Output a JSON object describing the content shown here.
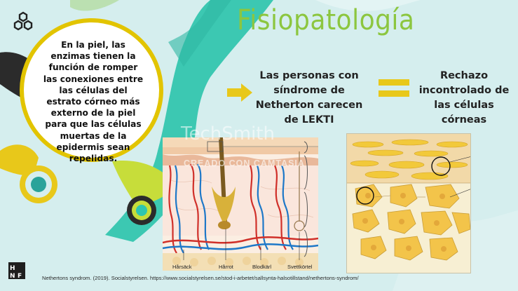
{
  "title": "Fisiopatología",
  "bubble_text": "En la piel, las enzimas tienen la función de romper las conexiones entre las células del estrato córneo más externo de la piel para que las células muertas de la epidermis sean repelidas.",
  "claim_text": "Las personas con síndrome de Netherton carecen de LEKTI",
  "result_text": "Rechazo incontrolado de las células córneas",
  "citation": "Nethertons syndrom. (2019). Socialstyrelsen. https://www.socialstyrelsen.se/stod-i-arbetet/sallsynta-halsotillstand/nethertons-syndrom/",
  "figure_labels": {
    "hair_follicle": "Hårsäck",
    "hair_root": "Hårrot",
    "blood_vessel": "Blodkärl",
    "sweat_gland": "Svettkörtel"
  },
  "watermark": {
    "brand": "TechSmith",
    "subtitle": "CREADO CON CAMTASIA"
  },
  "colors": {
    "background": "#d5eeee",
    "title_green": "#8cc63f",
    "accent_yellow": "#e8c81a",
    "teal": "#2fc6b0",
    "dark": "#2b2b2b"
  },
  "icons": [
    "hexagon-logo-icon",
    "arrow-right-icon",
    "equals-icon",
    "hnf-logo-icon"
  ]
}
